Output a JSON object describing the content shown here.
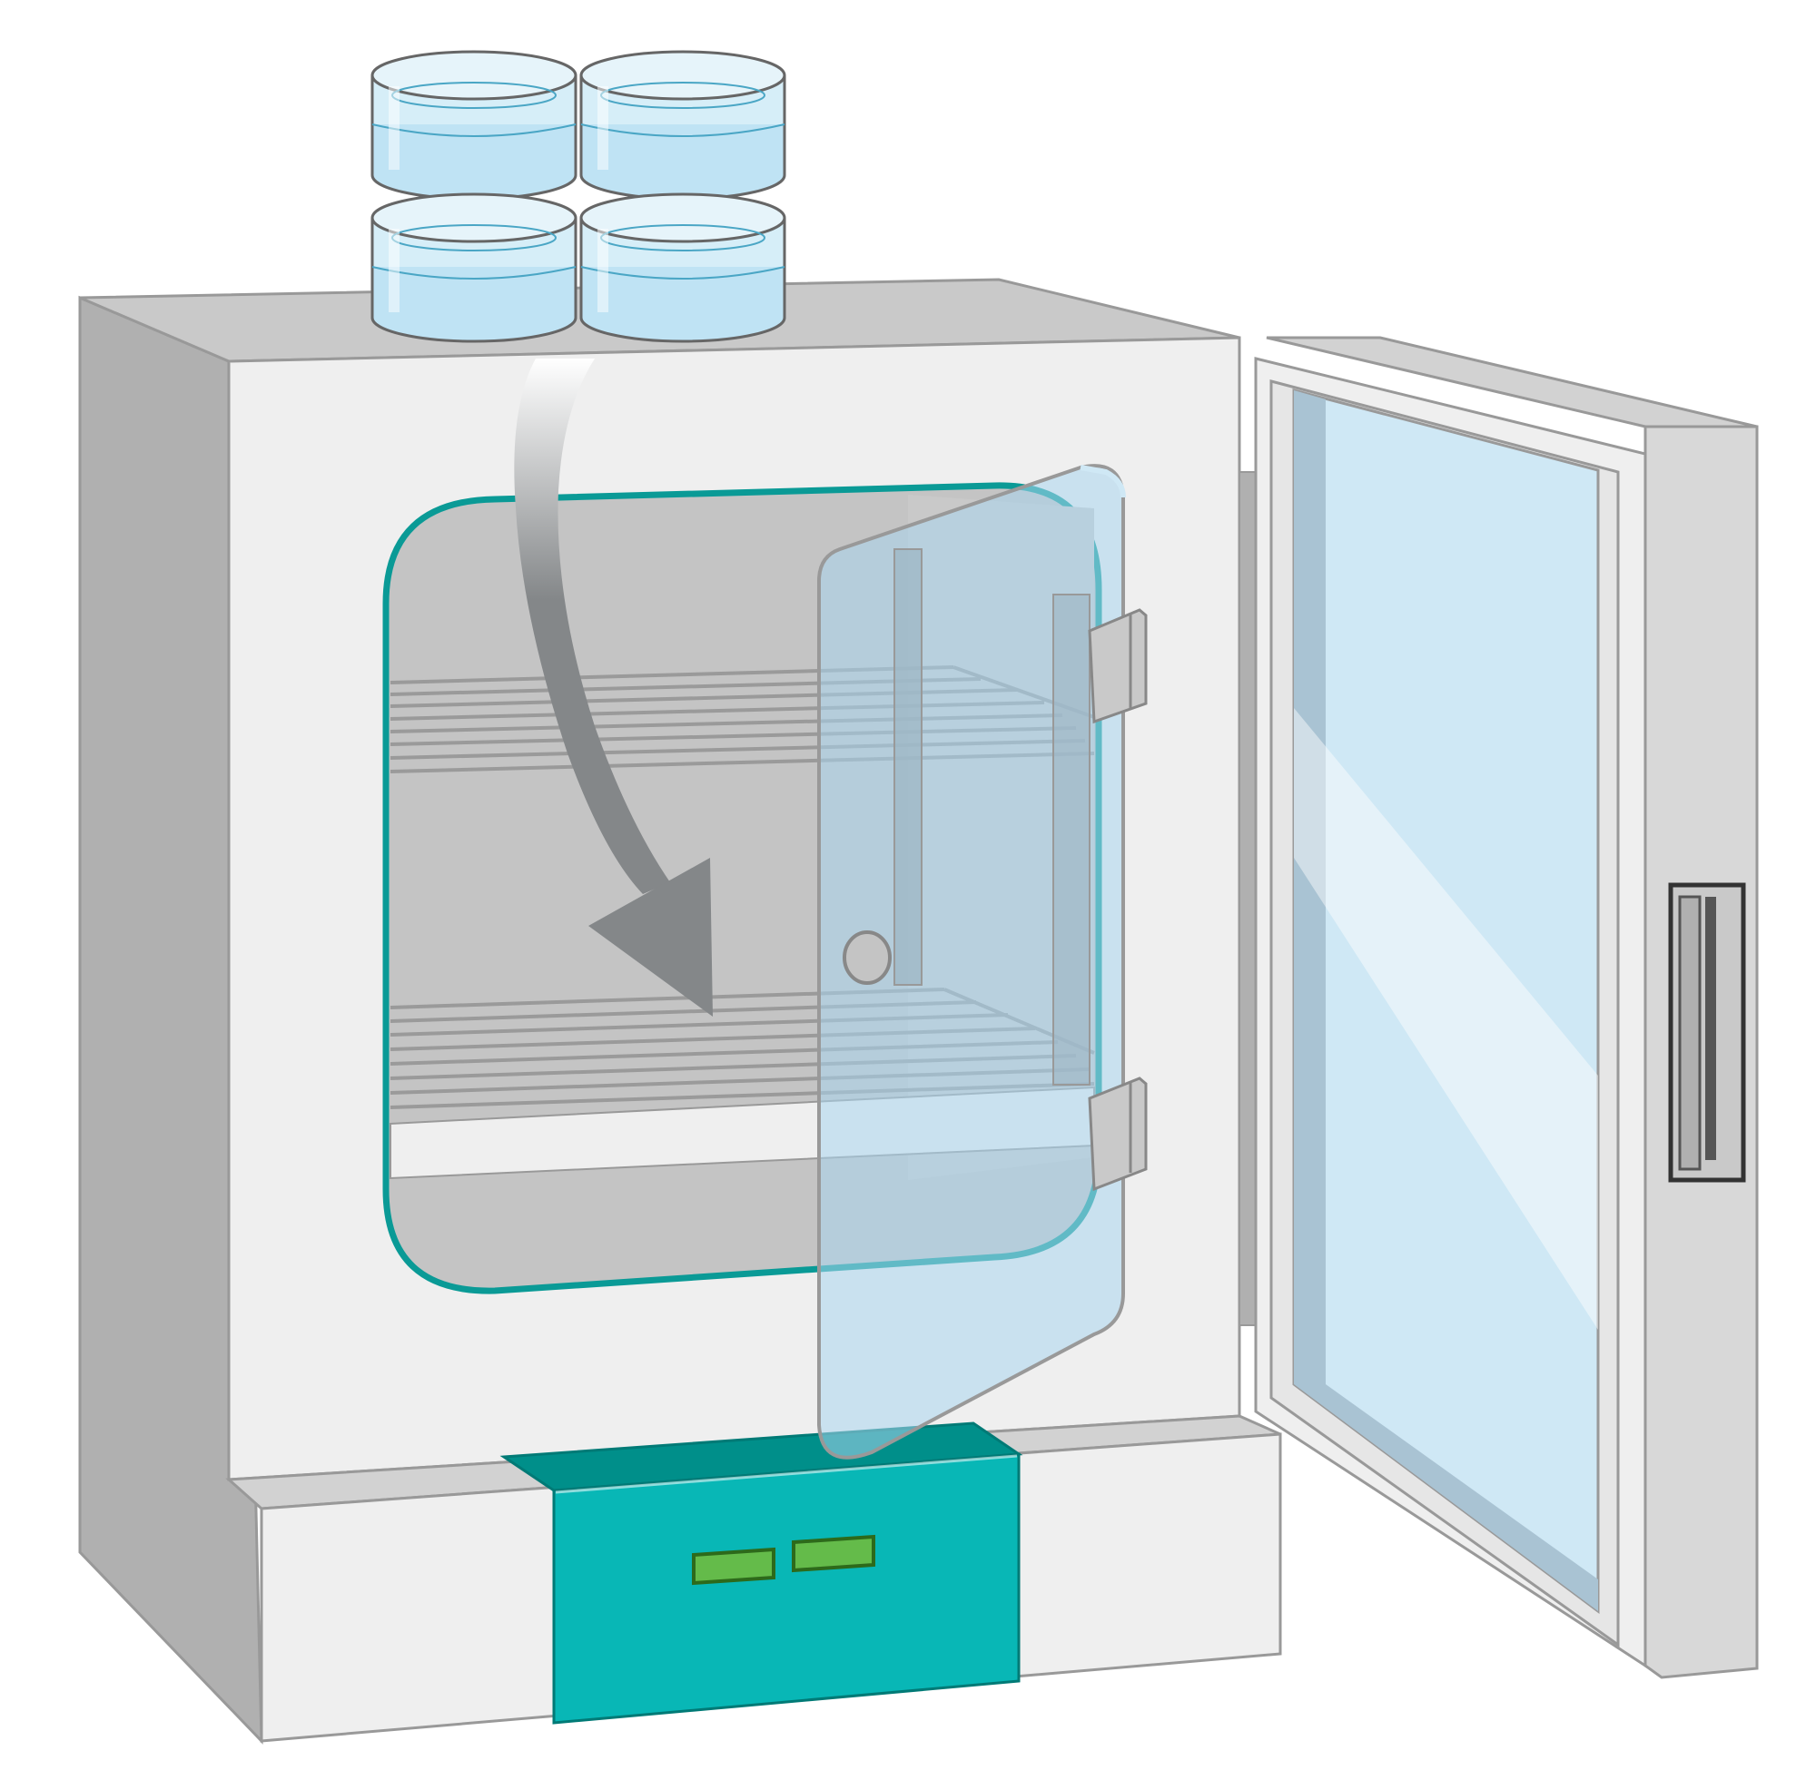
{
  "scene": {
    "subject": "incubator-with-petri-dishes",
    "petri_dish_count": 4,
    "display_indicator_count": 2,
    "shelf_count": 2,
    "icons": {
      "dish": "petri-dish-icon",
      "arrow": "curved-arrow-icon",
      "incubator": "incubator-icon"
    }
  },
  "colors": {
    "background": "#ffffff",
    "cabinet_side": "#b0b0b0",
    "cabinet_top": "#c9c9c9",
    "cabinet_front": "#efefef",
    "outline": "#999999",
    "teal_frame": "#0a9a96",
    "teal_panel": "#08b7b6",
    "teal_panel_dark": "#008f8a",
    "interior": "#c4c4c4",
    "glass": "#a9d6ee",
    "glass_light": "#cfe8f5",
    "liquid": "#bfe3f4",
    "arrow": "#848789",
    "indicator": "#64bb4a",
    "indicator_border": "#2d6a1b",
    "handle": "#333333"
  }
}
